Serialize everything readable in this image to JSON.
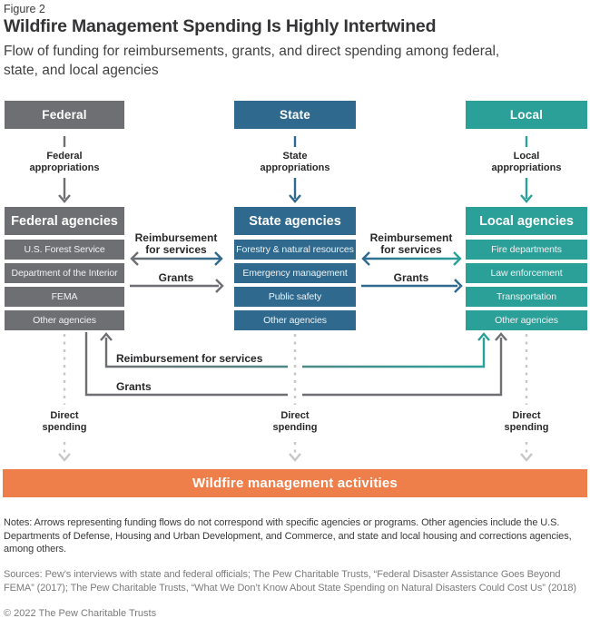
{
  "figure": {
    "label": "Figure 2",
    "title": "Wildfire Management Spending Is Highly Intertwined",
    "subtitle_lines": [
      "Flow of funding for reimbursements, grants, and direct spending among federal,",
      "state, and local agencies"
    ]
  },
  "palette": {
    "federal_gray": "#6e6f72",
    "state_blue": "#2f6a8e",
    "local_teal": "#2aa098",
    "activities_orange": "#ef7f4a",
    "dashed_light_gray": "#c7c7c7",
    "label_dark": "#28282a",
    "footer_muted": "#7b7b7d"
  },
  "columns": [
    {
      "id": "federal",
      "header": "Federal",
      "appropriations_lines": [
        "Federal",
        "appropriations"
      ],
      "agencies_title": "Federal agencies",
      "agencies": [
        "U.S. Forest Service",
        "Department of the Interior",
        "FEMA",
        "Other agencies"
      ],
      "direct_spending_lines": [
        "Direct",
        "spending"
      ]
    },
    {
      "id": "state",
      "header": "State",
      "appropriations_lines": [
        "State",
        "appropriations"
      ],
      "agencies_title": "State agencies",
      "agencies": [
        "Forestry & natural resources",
        "Emergency management",
        "Public safety",
        "Other agencies"
      ],
      "direct_spending_lines": [
        "Direct",
        "spending"
      ]
    },
    {
      "id": "local",
      "header": "Local",
      "appropriations_lines": [
        "Local",
        "appropriations"
      ],
      "agencies_title": "Local agencies",
      "agencies": [
        "Fire departments",
        "Law enforcement",
        "Transportation",
        "Other agencies"
      ],
      "direct_spending_lines": [
        "Direct",
        "spending"
      ]
    }
  ],
  "flows": {
    "federal_state": {
      "reimbursement_lines": [
        "Reimbursement",
        "for services"
      ],
      "grants_label": "Grants"
    },
    "state_local": {
      "reimbursement_lines": [
        "Reimbursement",
        "for services"
      ],
      "grants_label": "Grants"
    },
    "bottom": {
      "reimbursement_label": "Reimbursement for services",
      "grants_label": "Grants"
    }
  },
  "activities_bar": {
    "label": "Wildfire management activities"
  },
  "footer": {
    "notes": "Notes: Arrows representing funding flows do not correspond with specific agencies or programs. Other agencies include the U.S. Departments of Defense, Housing and Urban Development, and Commerce, and state and local housing and corrections agencies, among others.",
    "sources": "Sources: Pew’s interviews with state and federal officials; The Pew Charitable Trusts, “Federal Disaster Assistance Goes Beyond FEMA” (2017); The Pew Charitable Trusts, “What We Don’t Know About State Spending on Natural Disasters Could Cost Us” (2018)",
    "copyright": "© 2022 The Pew Charitable Trusts"
  }
}
